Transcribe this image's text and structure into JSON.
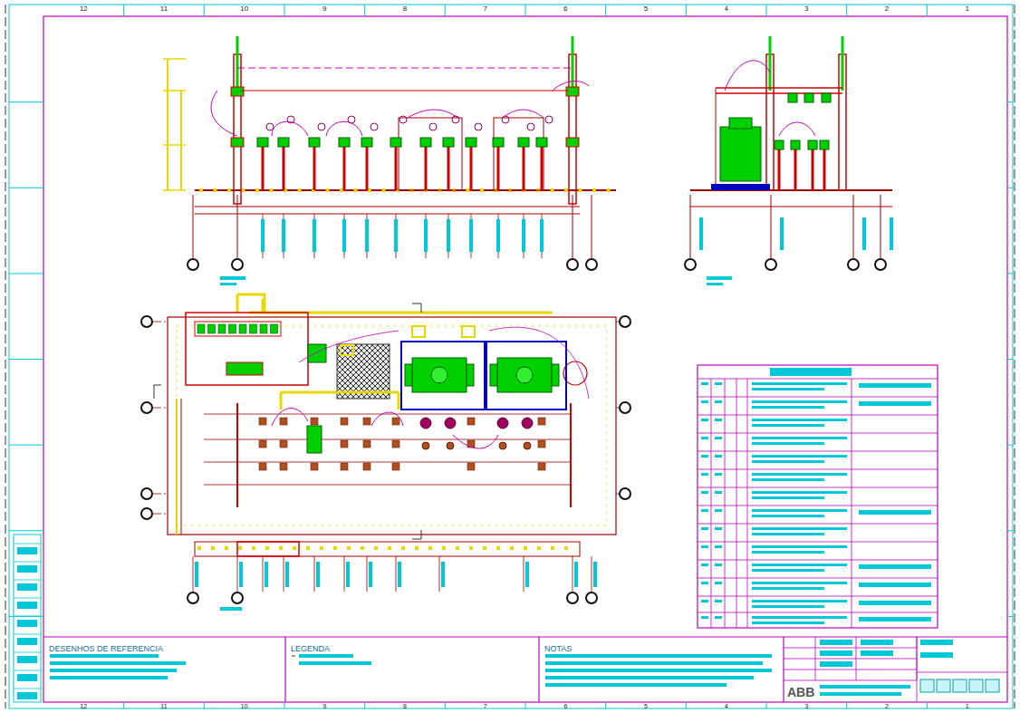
{
  "diagram": {
    "nodes": [
      {
        "text": [
          "DESENHOS DE REFERENCIA"
        ]
      },
      {
        "text": [
          "LEGENDA"
        ]
      },
      {
        "text": [
          "NOTAS"
        ]
      },
      {
        "text": [
          "ABB"
        ]
      }
    ],
    "labels": [
      "12",
      "11",
      "10",
      "9",
      "8",
      "7",
      "6",
      "5",
      "4",
      "3",
      "2",
      "1",
      "12",
      "11",
      "10",
      "9",
      "8",
      "7",
      "6",
      "5",
      "4",
      "3",
      "2",
      "1"
    ]
  }
}
